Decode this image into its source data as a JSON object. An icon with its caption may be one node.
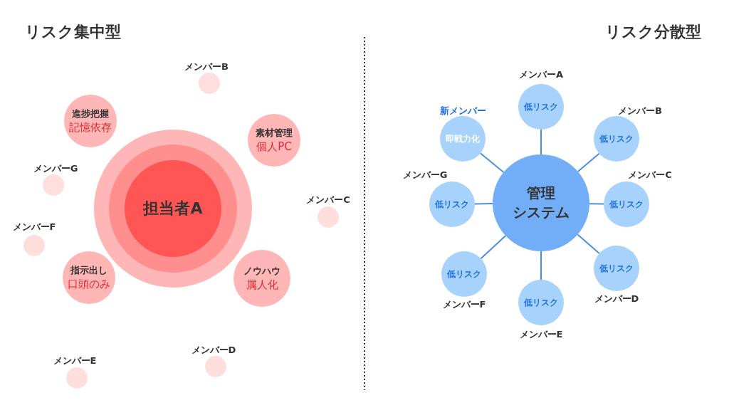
{
  "diagram": {
    "nodes": [
      {
        "text": [],
        "shape": "circle"
      },
      {
        "text": [],
        "shape": "circle",
        "in": 0
      },
      {
        "text": [
          "担当者A"
        ],
        "in": 1
      },
      {
        "text": [
          "進捗把握",
          "記憶依存"
        ]
      },
      {
        "text": [
          "素材管理",
          "個人PC"
        ]
      },
      {
        "text": [
          "指示出し",
          "口頭のみ"
        ]
      },
      {
        "text": [
          "ノウハウ",
          "属人化"
        ]
      },
      {
        "text": [],
        "shape": "circle",
        "beside": [
          "メンバーB"
        ]
      },
      {
        "text": [],
        "shape": "circle",
        "beside": [
          "メンバーG"
        ]
      },
      {
        "text": [],
        "shape": "circle",
        "beside": [
          "メンバーC"
        ]
      },
      {
        "text": [],
        "shape": "circle",
        "beside": [
          "メンバーF"
        ]
      },
      {
        "text": [],
        "shape": "circle",
        "beside": [
          "メンバーD"
        ]
      },
      {
        "text": [],
        "shape": "circle",
        "beside": [
          "メンバーE"
        ]
      },
      {
        "text": [
          "管理",
          "システム"
        ]
      },
      {
        "text": [
          "低リスク"
        ],
        "beside": [
          "メンバーA"
        ]
      },
      {
        "text": [
          "即戦力化"
        ],
        "beside": [
          "新メンバー"
        ]
      },
      {
        "text": [
          "低リスク"
        ],
        "beside": [
          "メンバーB"
        ]
      },
      {
        "text": [
          "低リスク"
        ],
        "beside": [
          "メンバーG"
        ]
      },
      {
        "text": [
          "低リスク"
        ],
        "beside": [
          "メンバーC"
        ]
      },
      {
        "text": [
          "低リスク"
        ],
        "beside": [
          "メンバーF"
        ]
      },
      {
        "text": [
          "低リスク"
        ],
        "beside": [
          "メンバーD"
        ]
      },
      {
        "text": [
          "低リスク"
        ],
        "beside": [
          "メンバーE"
        ]
      }
    ],
    "edges": [
      {
        "from": 13,
        "to": 14,
        "arrow": "none"
      },
      {
        "from": 13,
        "to": 15,
        "arrow": "none"
      },
      {
        "from": 13,
        "to": 16,
        "arrow": "none"
      },
      {
        "from": 13,
        "to": 17,
        "arrow": "none"
      },
      {
        "from": 13,
        "to": 18,
        "arrow": "none"
      },
      {
        "from": 13,
        "to": 19,
        "arrow": "none"
      },
      {
        "from": 13,
        "to": 20,
        "arrow": "none"
      },
      {
        "from": 13,
        "to": 21,
        "arrow": "none"
      }
    ],
    "labels": [
      "リスク集中型",
      "リスク分散型"
    ]
  }
}
